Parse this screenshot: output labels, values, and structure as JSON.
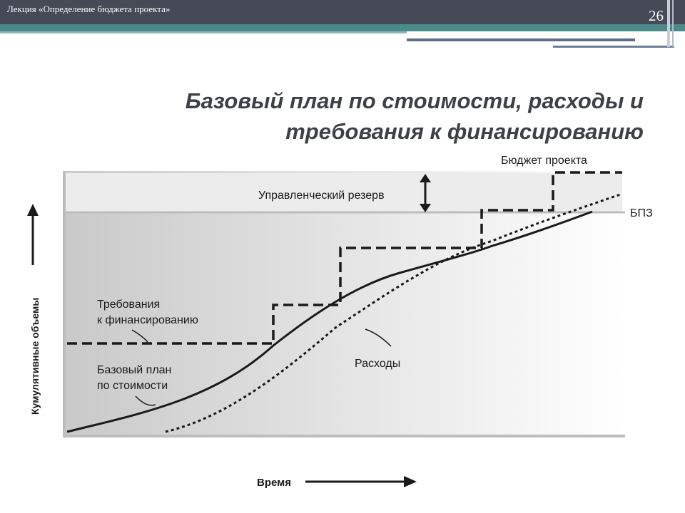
{
  "header": {
    "lecture_title": "Лекция «Определение бюджета проекта»",
    "slide_number": "26"
  },
  "title": {
    "line1": "Базовый план по стоимости, расходы и",
    "line2": "требования к финансированию"
  },
  "diagram": {
    "labels": {
      "project_budget": "Бюджет проекта",
      "management_reserve": "Управленческий резерв",
      "bpz": "БПЗ",
      "funding_req_line1": "Требования",
      "funding_req_line2": "к финансированию",
      "baseline_line1": "Базовый план",
      "baseline_line2": "по стоимости",
      "expenses": "Расходы",
      "y_axis": "Кумулятивные объемы",
      "x_axis": "Время"
    },
    "colors": {
      "background_gradient_start": "#c9c9c9",
      "background_gradient_end": "#ffffff",
      "reserve_band": "#ececec",
      "lines": "#1a1a1a"
    }
  }
}
